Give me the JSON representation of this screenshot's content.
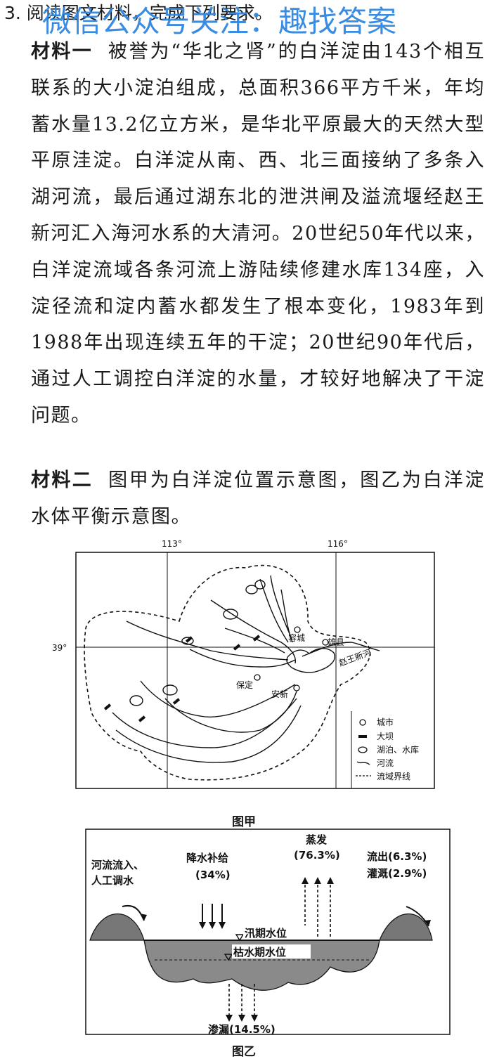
{
  "question": {
    "heading": "3. 阅读图文材料，完成下列要求。"
  },
  "watermark": {
    "text": "微信公众号关注：趣找答案"
  },
  "material1": {
    "label": "材料一",
    "text": "被誉为“华北之肾”的白洋淀由143个相互联系的大小淀泊组成，总面积366平方千米，年均蓄水量13.2亿立方米，是华北平原最大的天然大型平原洼淀。白洋淀从南、西、北三面接纳了多条入湖河流，最后通过湖东北的泄洪闸及溢流堰经赵王新河汇入海河水系的大清河。20世纪50年代以来，白洋淀流域各条河流上游陆续修建水库134座，入淀径流和淀内蓄水都发生了根本变化，1983年到1988年出现连续五年的干淀；20世纪90年代后，通过人工调控白洋淀的水量，才较好地解决了干淀问题。"
  },
  "material2": {
    "label": "材料二",
    "text": "图甲为白洋淀位置示意图，图乙为白洋淀水体平衡示意图。"
  },
  "fig_a": {
    "caption": "图甲",
    "lon_labels": [
      "113°",
      "116°"
    ],
    "lat_label": "39°",
    "cities": [
      "容城",
      "雄县",
      "保定",
      "安新"
    ],
    "river_label": "赵王新河",
    "legend": [
      "城市",
      "大坝",
      "湖泊、水库",
      "河流",
      "流域界线"
    ]
  },
  "fig_b": {
    "caption": "图乙",
    "inflow": [
      "河流流入、",
      "人工调水"
    ],
    "precip": [
      "降水补给",
      "(34%)"
    ],
    "evap": [
      "蒸发",
      "(76.3%)"
    ],
    "outflow": [
      "流出(6.3%)",
      "灌溉(2.9%)"
    ],
    "flood_level": "汛期水位",
    "dry_level": "枯水期水位",
    "seepage": "渗漏(14.5%)"
  }
}
